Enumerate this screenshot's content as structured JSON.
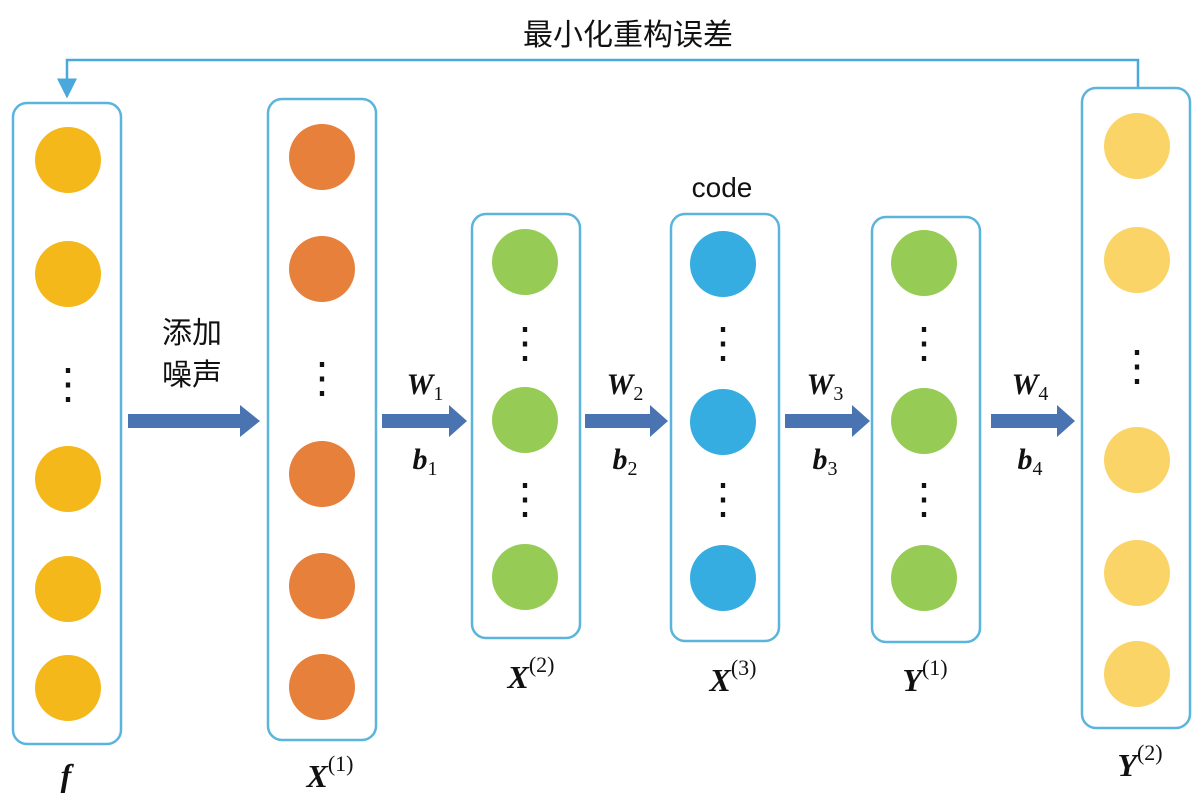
{
  "title": "最小化重构误差",
  "noise_label_line1": "添加",
  "noise_label_line2": "噪声",
  "code_label": "code",
  "ellipsis": "⋮",
  "colors": {
    "border": "#5ab4dc",
    "arrow": "#4a73b2",
    "feedback_line": "#4aa8dc",
    "input_node": "#f5b81a",
    "noisy_node": "#e6803a",
    "hidden_node": "#96cc55",
    "code_node": "#36ade0",
    "output_node": "#fad466"
  },
  "layers": [
    {
      "name": "f",
      "symbol": "f",
      "superscript": ""
    },
    {
      "name": "X1",
      "symbol": "X",
      "superscript": "(1)"
    },
    {
      "name": "X2",
      "symbol": "X",
      "superscript": "(2)"
    },
    {
      "name": "X3",
      "symbol": "X",
      "superscript": "(3)"
    },
    {
      "name": "Y1",
      "symbol": "Y",
      "superscript": "(1)"
    },
    {
      "name": "Y2",
      "symbol": "Y",
      "superscript": "(2)"
    }
  ],
  "weights": [
    {
      "w": "W",
      "w_sub": "1",
      "b": "b",
      "b_sub": "1"
    },
    {
      "w": "W",
      "w_sub": "2",
      "b": "b",
      "b_sub": "2"
    },
    {
      "w": "W",
      "w_sub": "3",
      "b": "b",
      "b_sub": "3"
    },
    {
      "w": "W",
      "w_sub": "4",
      "b": "b",
      "b_sub": "4"
    }
  ]
}
